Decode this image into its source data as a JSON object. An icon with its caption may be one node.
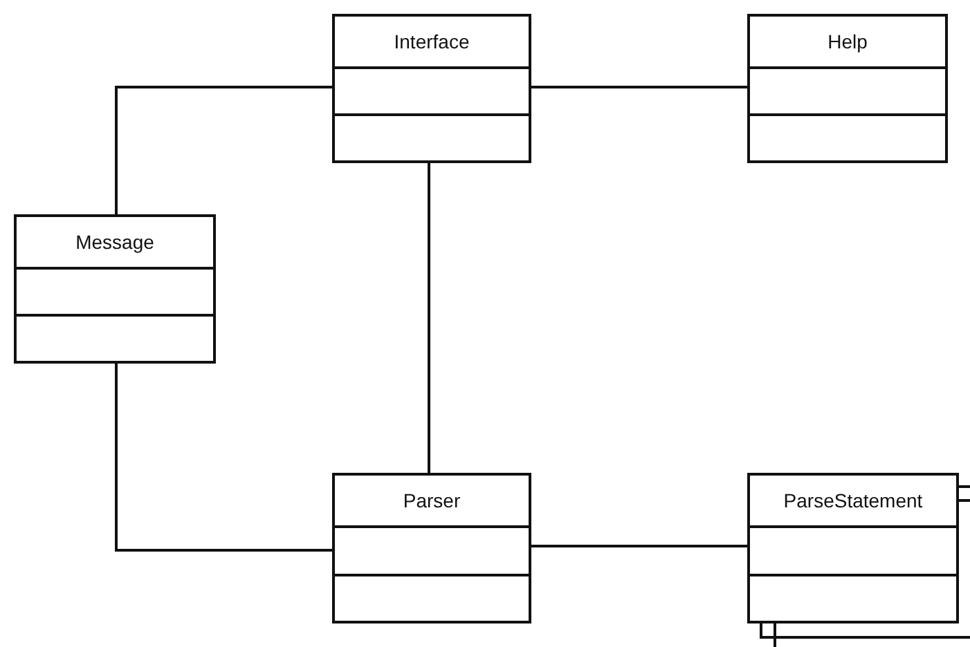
{
  "diagram": {
    "nodes": [
      {
        "text": [
          "Interface"
        ]
      },
      {
        "text": [
          "Help"
        ]
      },
      {
        "text": [
          "Message"
        ]
      },
      {
        "text": [
          "Parser"
        ]
      },
      {
        "text": [
          "ParseStatement"
        ]
      }
    ],
    "edges": [
      {
        "from": 0,
        "to": 1,
        "arrow": "none"
      },
      {
        "from": 0,
        "to": 2,
        "arrow": "none"
      },
      {
        "from": 0,
        "to": 3,
        "arrow": "none"
      },
      {
        "from": 2,
        "to": 3,
        "arrow": "none"
      },
      {
        "from": 3,
        "to": 4,
        "arrow": "none"
      }
    ]
  }
}
